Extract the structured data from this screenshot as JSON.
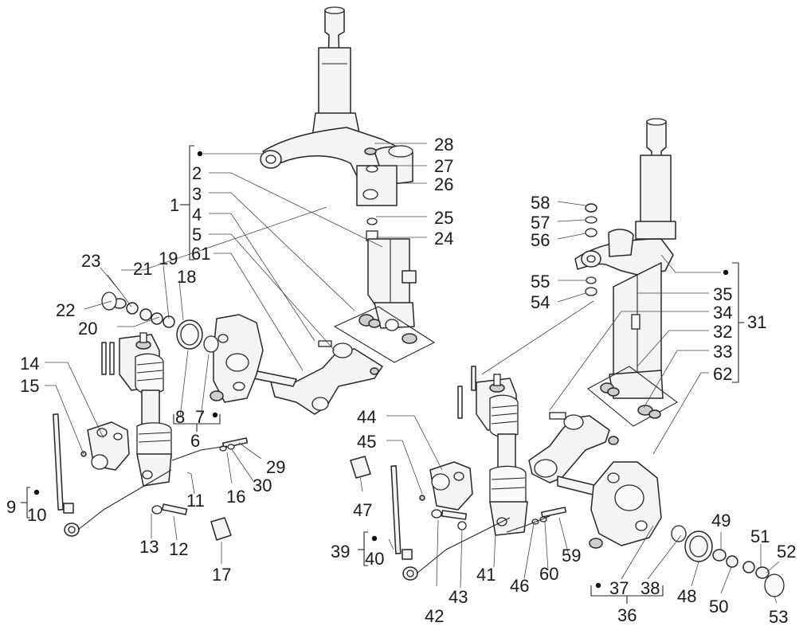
{
  "callouts": {
    "c1": "1",
    "c2": "2",
    "c3": "3",
    "c4": "4",
    "c5": "5",
    "c6": "6",
    "c7": "7",
    "c8": "8",
    "c9": "9",
    "c10": "10",
    "c11": "11",
    "c12": "12",
    "c13": "13",
    "c14": "14",
    "c15": "15",
    "c16": "16",
    "c17": "17",
    "c18": "18",
    "c19": "19",
    "c20": "20",
    "c21": "21",
    "c22": "22",
    "c23": "23",
    "c24": "24",
    "c25": "25",
    "c26": "26",
    "c27": "27",
    "c28": "28",
    "c29": "29",
    "c30": "30",
    "c31": "31",
    "c32": "32",
    "c33": "33",
    "c34": "34",
    "c35": "35",
    "c36": "36",
    "c37": "37",
    "c38": "38",
    "c39": "39",
    "c40": "40",
    "c41": "41",
    "c42": "42",
    "c43": "43",
    "c44": "44",
    "c45": "45",
    "c46": "46",
    "c47": "47",
    "c48": "48",
    "c49": "49",
    "c50": "50",
    "c51": "51",
    "c52": "52",
    "c53": "53",
    "c54": "54",
    "c55": "55",
    "c56": "56",
    "c57": "57",
    "c58": "58",
    "c59": "59",
    "c60": "60",
    "c61": "61",
    "c62": "62"
  }
}
